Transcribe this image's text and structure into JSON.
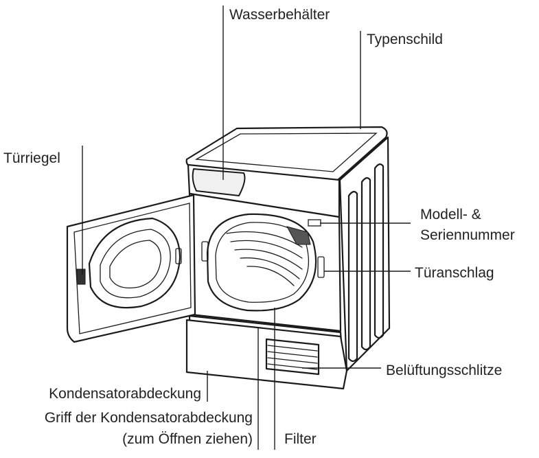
{
  "labels": {
    "wasserbehaelter": "Wasserbehälter",
    "typenschild": "Typenschild",
    "tuerriegel": "Türriegel",
    "modell_line1": "Modell- &",
    "modell_line2": "Seriennummer",
    "tueranschlag": "Türanschlag",
    "belueftung": "Belüftungsschlitze",
    "kondensator": "Kondensatorabdeckung",
    "griff_line1": "Griff der Kondensatorabdeckung",
    "griff_line2": "(zum Öffnen ziehen)",
    "filter": "Filter"
  }
}
